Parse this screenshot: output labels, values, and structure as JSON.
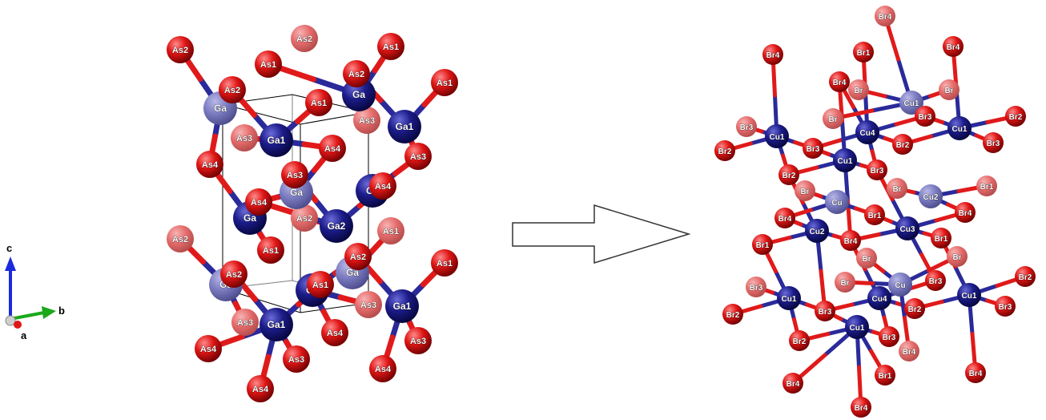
{
  "colors": {
    "atom_red": "#d01818",
    "atom_blue": "#1c1c8a",
    "bond_red": "#e01a1a",
    "bond_blue": "#2a2a9a",
    "cell_line": "#000000"
  },
  "axes": {
    "c_label": "c",
    "b_label": "b",
    "a_label": "a"
  },
  "left_structure": {
    "cations": "Ga",
    "anions": "As",
    "atom_labels": {
      "as1": "As1",
      "as2": "As2",
      "as3": "As3",
      "as4": "As4",
      "ga1": "Ga1",
      "ga2": "Ga2",
      "ga": "Ga"
    }
  },
  "arrow": {
    "icon": "right-arrow-outline-icon"
  },
  "right_structure": {
    "cations": "Cu",
    "anions": "Br",
    "atom_labels": {
      "br1": "Br1",
      "br2": "Br2",
      "br3": "Br3",
      "br4": "Br4",
      "br": "Br",
      "cu1": "Cu1",
      "cu2": "Cu2",
      "cu3": "Cu3",
      "cu4": "Cu4",
      "cu": "Cu"
    }
  }
}
